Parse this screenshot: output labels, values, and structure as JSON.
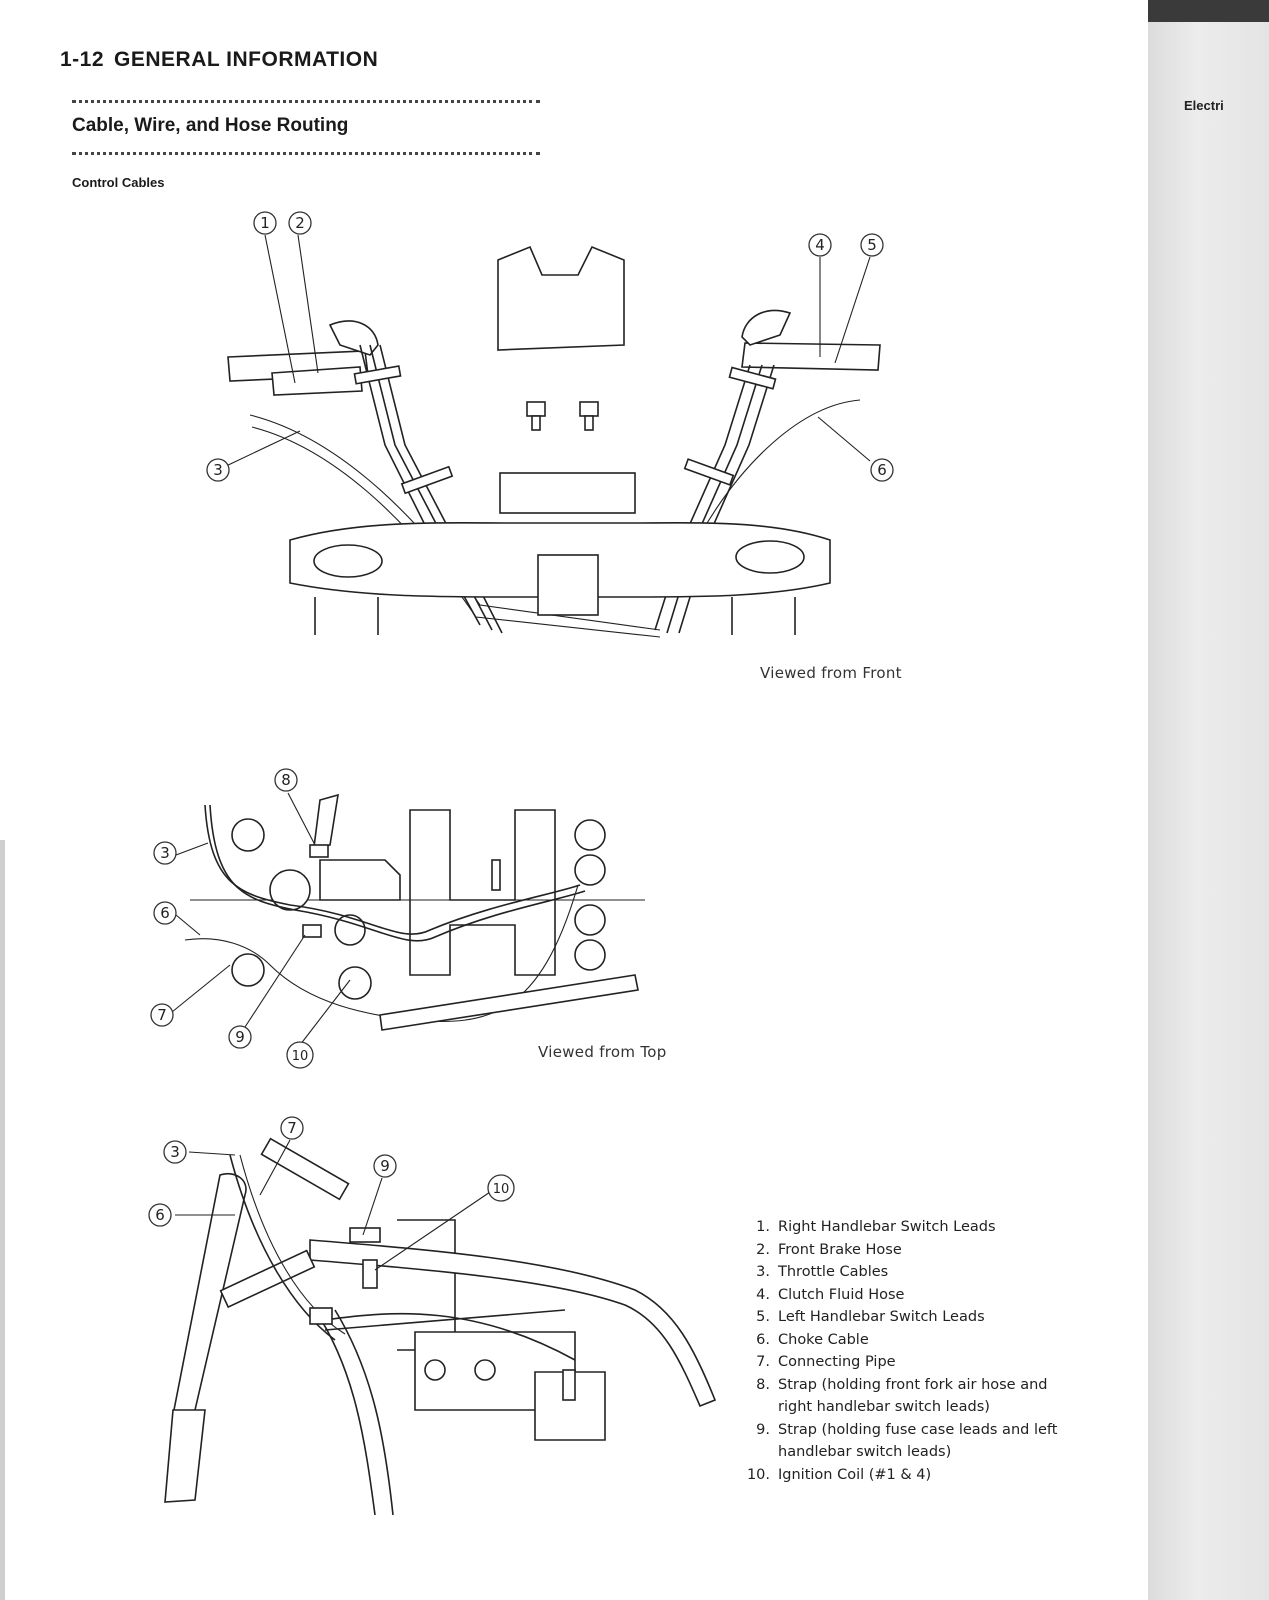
{
  "header": {
    "page_number": "1-12",
    "chapter": "GENERAL INFORMATION"
  },
  "section_title": "Cable, Wire, and Hose Routing",
  "subsection_title": "Control Cables",
  "views": {
    "front": {
      "caption": "Viewed from Front",
      "callouts": [
        "1",
        "2",
        "3",
        "4",
        "5",
        "6"
      ]
    },
    "top": {
      "caption": "Viewed from Top",
      "callouts": [
        "3",
        "6",
        "7",
        "8",
        "9",
        "10"
      ]
    },
    "side": {
      "callouts": [
        "3",
        "6",
        "7",
        "9",
        "10"
      ]
    }
  },
  "legend": [
    {
      "num": "1.",
      "text": "Right Handlebar Switch Leads"
    },
    {
      "num": "2.",
      "text": "Front Brake Hose"
    },
    {
      "num": "3.",
      "text": "Throttle Cables"
    },
    {
      "num": "4.",
      "text": "Clutch Fluid Hose"
    },
    {
      "num": "5.",
      "text": "Left Handlebar Switch Leads"
    },
    {
      "num": "6.",
      "text": "Choke Cable"
    },
    {
      "num": "7.",
      "text": "Connecting Pipe"
    },
    {
      "num": "8.",
      "text": "Strap (holding front fork air hose and right handlebar switch leads)"
    },
    {
      "num": "9.",
      "text": "Strap (holding fuse case leads and left handlebar switch leads)"
    },
    {
      "num": "10.",
      "text": "Ignition Coil (#1 & 4)"
    }
  ],
  "adjacent_page": {
    "label": "Electri"
  }
}
